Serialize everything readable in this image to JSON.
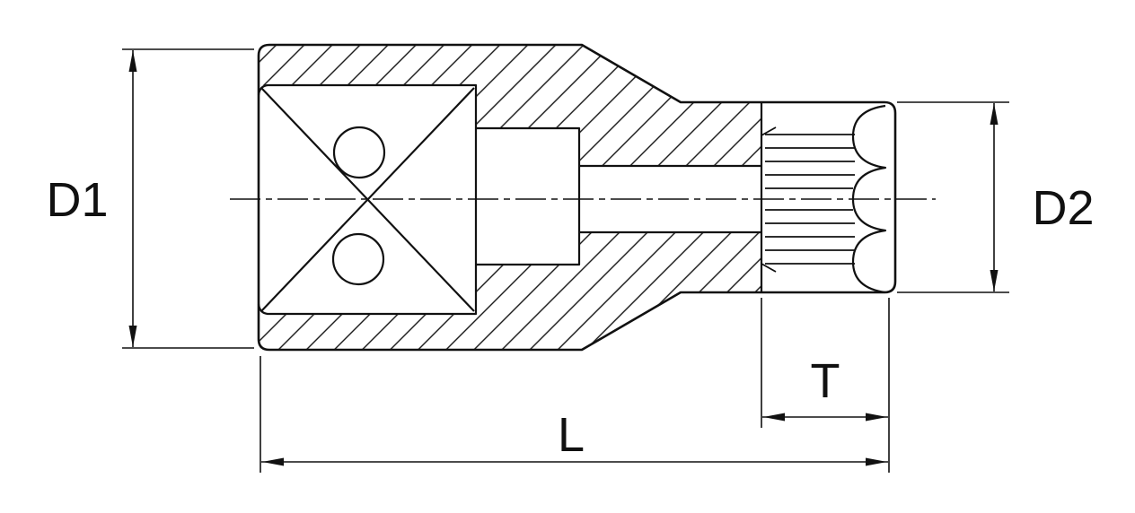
{
  "diagram": {
    "dimension_labels": {
      "d1": "D1",
      "d2": "D2",
      "t": "T",
      "l": "L"
    },
    "colors": {
      "line": "#111111",
      "background": "#ffffff"
    }
  }
}
